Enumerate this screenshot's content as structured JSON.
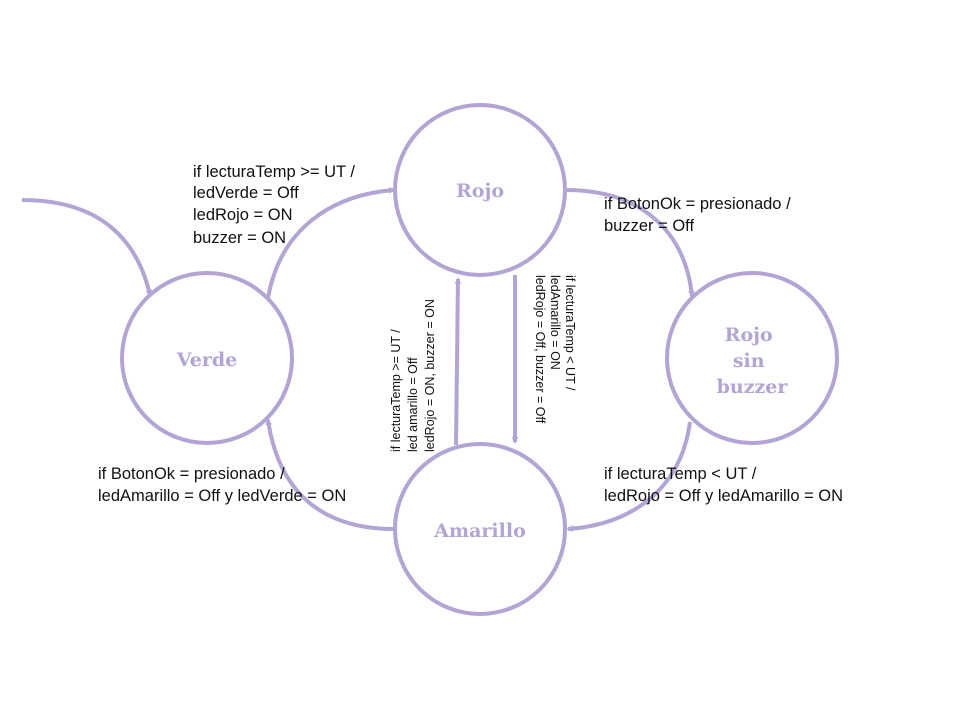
{
  "colors": {
    "accent": "#b2a5d6",
    "text": "#111111",
    "background": "#ffffff"
  },
  "states": {
    "rojo": {
      "label": "Rojo"
    },
    "verde": {
      "label": "Verde"
    },
    "amarillo": {
      "label": "Amarillo"
    },
    "rojo_sin_buzzer": {
      "lines": [
        "Rojo",
        "sin",
        "buzzer"
      ]
    }
  },
  "transitions": {
    "verde_to_rojo": [
      "if lecturaTemp >= UT /",
      "ledVerde = Off",
      "ledRojo = ON",
      "buzzer = ON"
    ],
    "rojo_to_rojo_sin_buzzer": [
      "if BotonOk = presionado /",
      "buzzer = Off"
    ],
    "rojo_sin_buzzer_to_amarillo": [
      "if lecturaTemp < UT /",
      "ledRojo = Off y ledAmarillo = ON"
    ],
    "amarillo_to_verde": [
      "if BotonOk = presionado /",
      "ledAmarillo = Off y ledVerde = ON"
    ],
    "amarillo_to_rojo": [
      "if lecturaTemp >= UT /",
      "led amarillo = Off",
      "ledRojo = ON, buzzer = ON"
    ],
    "rojo_to_amarillo": [
      "if lecturaTemp < UT /",
      "ledAmarillo = ON",
      "ledRojo = Off, buzzer = Off"
    ]
  }
}
